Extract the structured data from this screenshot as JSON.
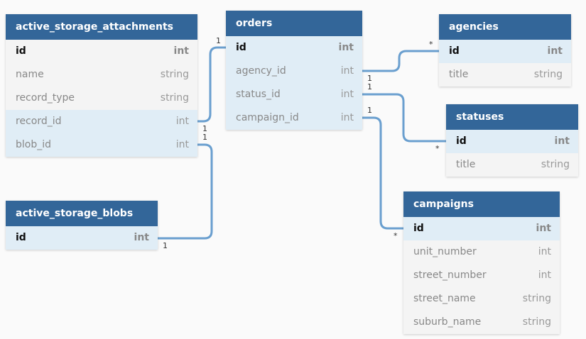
{
  "tables": {
    "attachments": {
      "title": "active_storage_attachments",
      "columns": [
        {
          "name": "id",
          "type": "int"
        },
        {
          "name": "name",
          "type": "string"
        },
        {
          "name": "record_type",
          "type": "string"
        },
        {
          "name": "record_id",
          "type": "int"
        },
        {
          "name": "blob_id",
          "type": "int"
        }
      ]
    },
    "blobs": {
      "title": "active_storage_blobs",
      "columns": [
        {
          "name": "id",
          "type": "int"
        }
      ]
    },
    "orders": {
      "title": "orders",
      "columns": [
        {
          "name": "id",
          "type": "int"
        },
        {
          "name": "agency_id",
          "type": "int"
        },
        {
          "name": "status_id",
          "type": "int"
        },
        {
          "name": "campaign_id",
          "type": "int"
        }
      ]
    },
    "agencies": {
      "title": "agencies",
      "columns": [
        {
          "name": "id",
          "type": "int"
        },
        {
          "name": "title",
          "type": "string"
        }
      ]
    },
    "statuses": {
      "title": "statuses",
      "columns": [
        {
          "name": "id",
          "type": "int"
        },
        {
          "name": "title",
          "type": "string"
        }
      ]
    },
    "campaigns": {
      "title": "campaigns",
      "columns": [
        {
          "name": "id",
          "type": "int"
        },
        {
          "name": "unit_number",
          "type": "int"
        },
        {
          "name": "street_number",
          "type": "int"
        },
        {
          "name": "street_name",
          "type": "string"
        },
        {
          "name": "suburb_name",
          "type": "string"
        }
      ]
    }
  },
  "relations": {
    "record_to_orders": {
      "from": "1",
      "to": "1"
    },
    "blob_to_blobs": {
      "from": "1",
      "to": "1"
    },
    "orders_to_agencies": {
      "from": "1",
      "to": "*"
    },
    "orders_to_statuses": {
      "from": "1",
      "to": "*"
    },
    "orders_to_campaigns": {
      "from": "1",
      "to": "*"
    }
  },
  "colors": {
    "header": "#336699",
    "link": "#6a9fcf",
    "highlight": "#e0edf6"
  }
}
